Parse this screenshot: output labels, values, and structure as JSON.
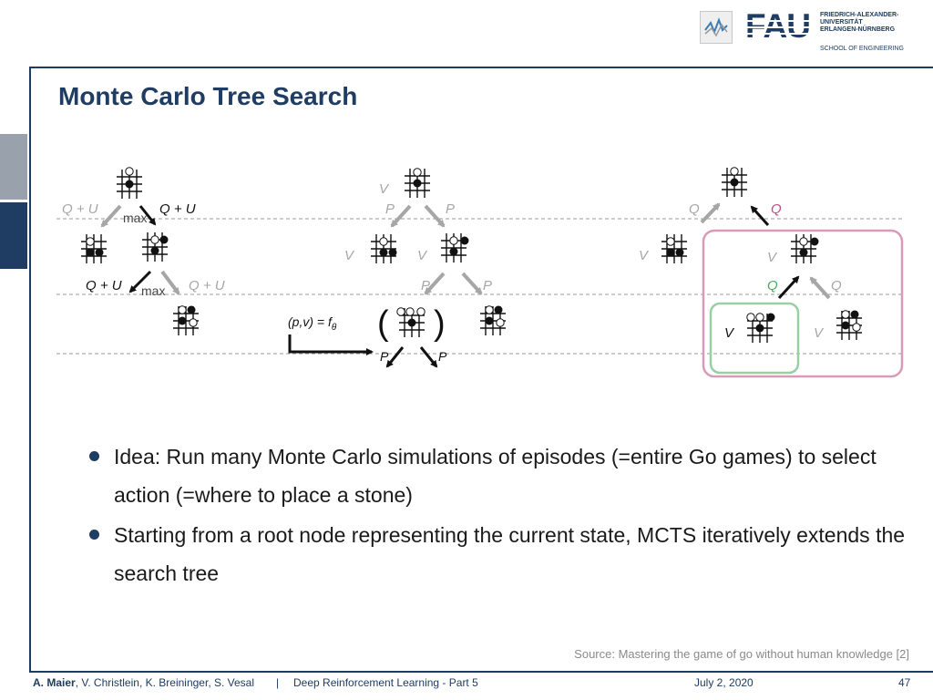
{
  "slide": {
    "title": "Monte Carlo Tree Search"
  },
  "logo": {
    "fau_text": "FAU",
    "university_lines": [
      "FRIEDRICH-ALEXANDER-",
      "UNIVERSITÄT",
      "ERLANGEN-NÜRNBERG"
    ],
    "school": "SCHOOL OF ENGINEERING"
  },
  "diagram": {
    "labels": {
      "q_plus_u": "Q + U",
      "max": "max",
      "v": "V",
      "p": "P",
      "q": "Q",
      "network_prefix": "(p,v) = f",
      "network_subscript": "θ"
    },
    "colors": {
      "grey_arrow": "#a6a6a6",
      "black_arrow": "#111111",
      "highlight_pink": "#d99ab9",
      "highlight_green": "#99cfa5",
      "pink_q": "#c04a82",
      "green_q": "#3fae5f"
    }
  },
  "bullets": [
    "Idea: Run many Monte Carlo simulations of episodes (=entire Go games) to select action (=where to place a stone)",
    "Starting from a root node representing the current state, MCTS iteratively extends the search tree"
  ],
  "source": "Source: Mastering the game of go without human knowledge [2]",
  "footer": {
    "lead_author": "A. Maier",
    "other_authors": ", V. Christlein, K. Breininger, S. Vesal",
    "separator": "|",
    "course": "Deep Reinforcement Learning - Part 5",
    "date": "July 2, 2020",
    "page": "47"
  }
}
